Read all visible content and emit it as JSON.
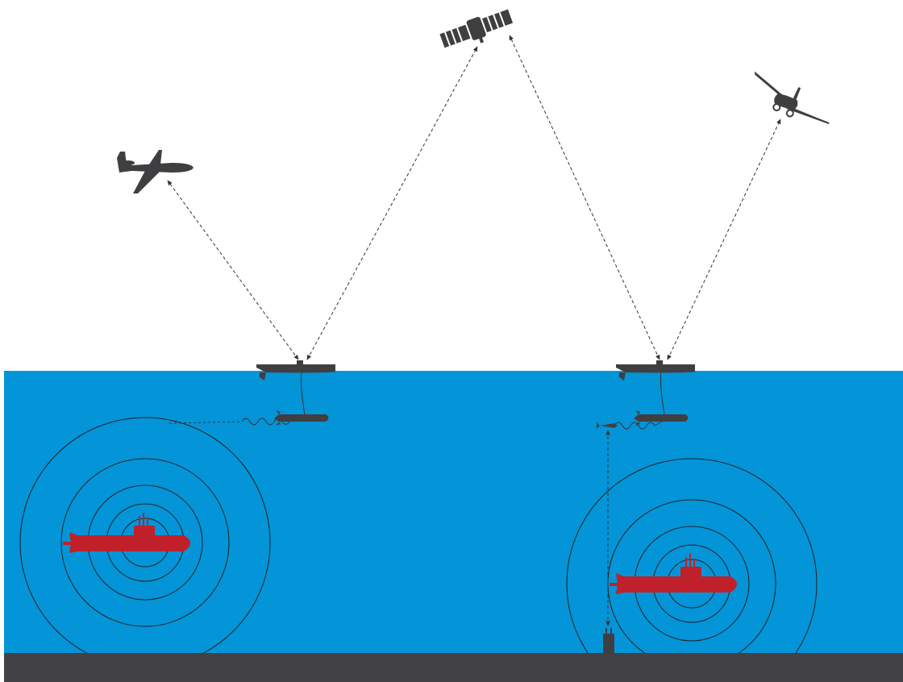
{
  "colors": {
    "sky": "#ffffff",
    "water": "#0494d8",
    "seabed": "#424244",
    "vehicle": "#3f3f41",
    "submarine": "#c0202a",
    "link": "#333333",
    "sonar_ring": "#222222"
  },
  "icons": {
    "business_jet": "business-jet-icon",
    "satellite": "satellite-icon",
    "airliner": "airliner-icon",
    "surface_vessel": "surface-vessel-icon",
    "towed_body": "towed-body-icon",
    "torpedo": "torpedo-icon",
    "submarine": "submarine-icon",
    "seabed_sensor": "seabed-sensor-icon"
  },
  "links": {
    "style": "dashed",
    "arrowheads": "both-ends"
  },
  "sonar": {
    "left_rings": 5,
    "right_rings": 5
  }
}
